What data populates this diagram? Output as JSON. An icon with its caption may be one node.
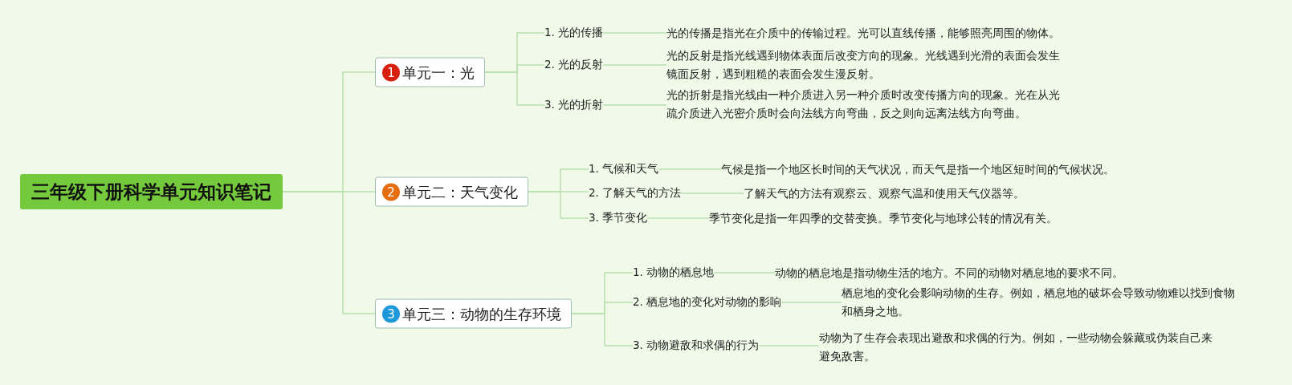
{
  "diagram": {
    "nodes": [
      {
        "text": [
          "三年级下册科学单元知识笔记"
        ]
      },
      {
        "text": [
          "1",
          "单元一：光"
        ]
      },
      {
        "text": [
          "1. 光的传播"
        ]
      },
      {
        "text": [
          "光的传播是指光在介质中的传输过程。光可以直线传播，能够照亮周围的物体。"
        ]
      },
      {
        "text": [
          "2. 光的反射"
        ]
      },
      {
        "text": [
          "光的反射是指光线遇到物体表面后改变方向的现象。光线遇到光滑的表面会发生镜面反射，遇到粗糙的表面会发生漫反射。"
        ]
      },
      {
        "text": [
          "3. 光的折射"
        ]
      },
      {
        "text": [
          "光的折射是指光线由一种介质进入另一种介质时改变传播方向的现象。光在从光疏介质进入光密介质时会向法线方向弯曲，反之则向远离法线方向弯曲。"
        ]
      },
      {
        "text": [
          "2",
          "单元二：天气变化"
        ]
      },
      {
        "text": [
          "1. 气候和天气"
        ]
      },
      {
        "text": [
          "气候是指一个地区长时间的天气状况，而天气是指一个地区短时间的气候状况。"
        ]
      },
      {
        "text": [
          "2. 了解天气的方法"
        ]
      },
      {
        "text": [
          "了解天气的方法有观察云、观察气温和使用天气仪器等。"
        ]
      },
      {
        "text": [
          "3. 季节变化"
        ]
      },
      {
        "text": [
          "季节变化是指一年四季的交替变换。季节变化与地球公转的情况有关。"
        ]
      },
      {
        "text": [
          "3",
          "单元三：动物的生存环境"
        ]
      },
      {
        "text": [
          "1. 动物的栖息地"
        ]
      },
      {
        "text": [
          "动物的栖息地是指动物生活的地方。不同的动物对栖息地的要求不同。"
        ]
      },
      {
        "text": [
          "2. 栖息地的变化对动物的影响"
        ]
      },
      {
        "text": [
          "栖息地的变化会影响动物的生存。例如，栖息地的破坏会导致动物难以找到食物和栖身之地。"
        ]
      },
      {
        "text": [
          "3. 动物避敌和求偶的行为"
        ]
      },
      {
        "text": [
          "动物为了生存会表现出避敌和求偶的行为。例如，一些动物会躲藏或伪装自己来避免敌害。"
        ]
      }
    ],
    "edges": [
      {
        "from": 0,
        "to": 1,
        "arrow": "none"
      },
      {
        "from": 0,
        "to": 8,
        "arrow": "none"
      },
      {
        "from": 0,
        "to": 15,
        "arrow": "none"
      },
      {
        "from": 1,
        "to": 2,
        "arrow": "none"
      },
      {
        "from": 2,
        "to": 3,
        "arrow": "none"
      },
      {
        "from": 1,
        "to": 4,
        "arrow": "none"
      },
      {
        "from": 4,
        "to": 5,
        "arrow": "none"
      },
      {
        "from": 1,
        "to": 6,
        "arrow": "none"
      },
      {
        "from": 6,
        "to": 7,
        "arrow": "none"
      },
      {
        "from": 8,
        "to": 9,
        "arrow": "none"
      },
      {
        "from": 9,
        "to": 10,
        "arrow": "none"
      },
      {
        "from": 8,
        "to": 11,
        "arrow": "none"
      },
      {
        "from": 11,
        "to": 12,
        "arrow": "none"
      },
      {
        "from": 8,
        "to": 13,
        "arrow": "none"
      },
      {
        "from": 13,
        "to": 14,
        "arrow": "none"
      },
      {
        "from": 15,
        "to": 16,
        "arrow": "none"
      },
      {
        "from": 16,
        "to": 17,
        "arrow": "none"
      },
      {
        "from": 15,
        "to": 18,
        "arrow": "none"
      },
      {
        "from": 18,
        "to": 19,
        "arrow": "none"
      },
      {
        "from": 15,
        "to": 20,
        "arrow": "none"
      },
      {
        "from": 20,
        "to": 21,
        "arrow": "none"
      }
    ]
  }
}
